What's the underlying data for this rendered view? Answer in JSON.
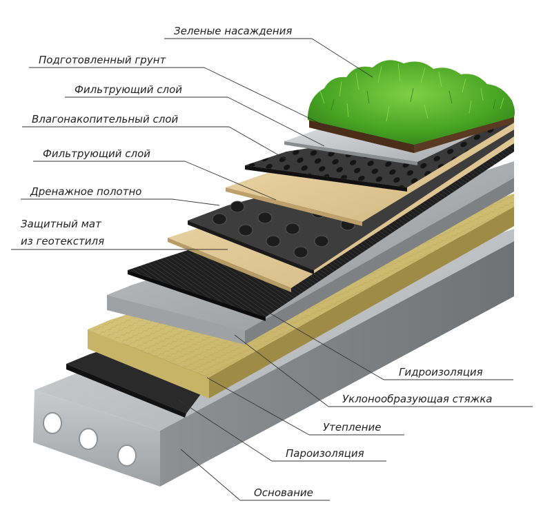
{
  "labels": {
    "green_plants": "Зеленые насаждения",
    "prepared_soil": "Подготовленный грунт",
    "filter_layer_1": "Фильтрующий слой",
    "water_storage_layer": "Влагонакопительный слой",
    "filter_layer_2": "Фильтрующий слой",
    "drainage_sheet": "Дренажное полотно",
    "protective_mat_line1": "Защитный мат",
    "protective_mat_line2": "из геотекстиля",
    "waterproofing": "Гидроизоляция",
    "slope_screed": "Уклонообразующая стяжка",
    "insulation": "Утепление",
    "vapor_barrier": "Пароизоляция",
    "base": "Основание"
  },
  "colors": {
    "concrete": "#b9bcbe",
    "vapor_barrier": "#2a2a2a",
    "insulation": "#d4c27a",
    "screed": "#a9acae",
    "waterproofing": "#1e1e1e",
    "geotextile": "#e2cc9a",
    "drainage": "#3b3b3b",
    "grass": "#4caf2a",
    "soil": "#5a3a22"
  }
}
